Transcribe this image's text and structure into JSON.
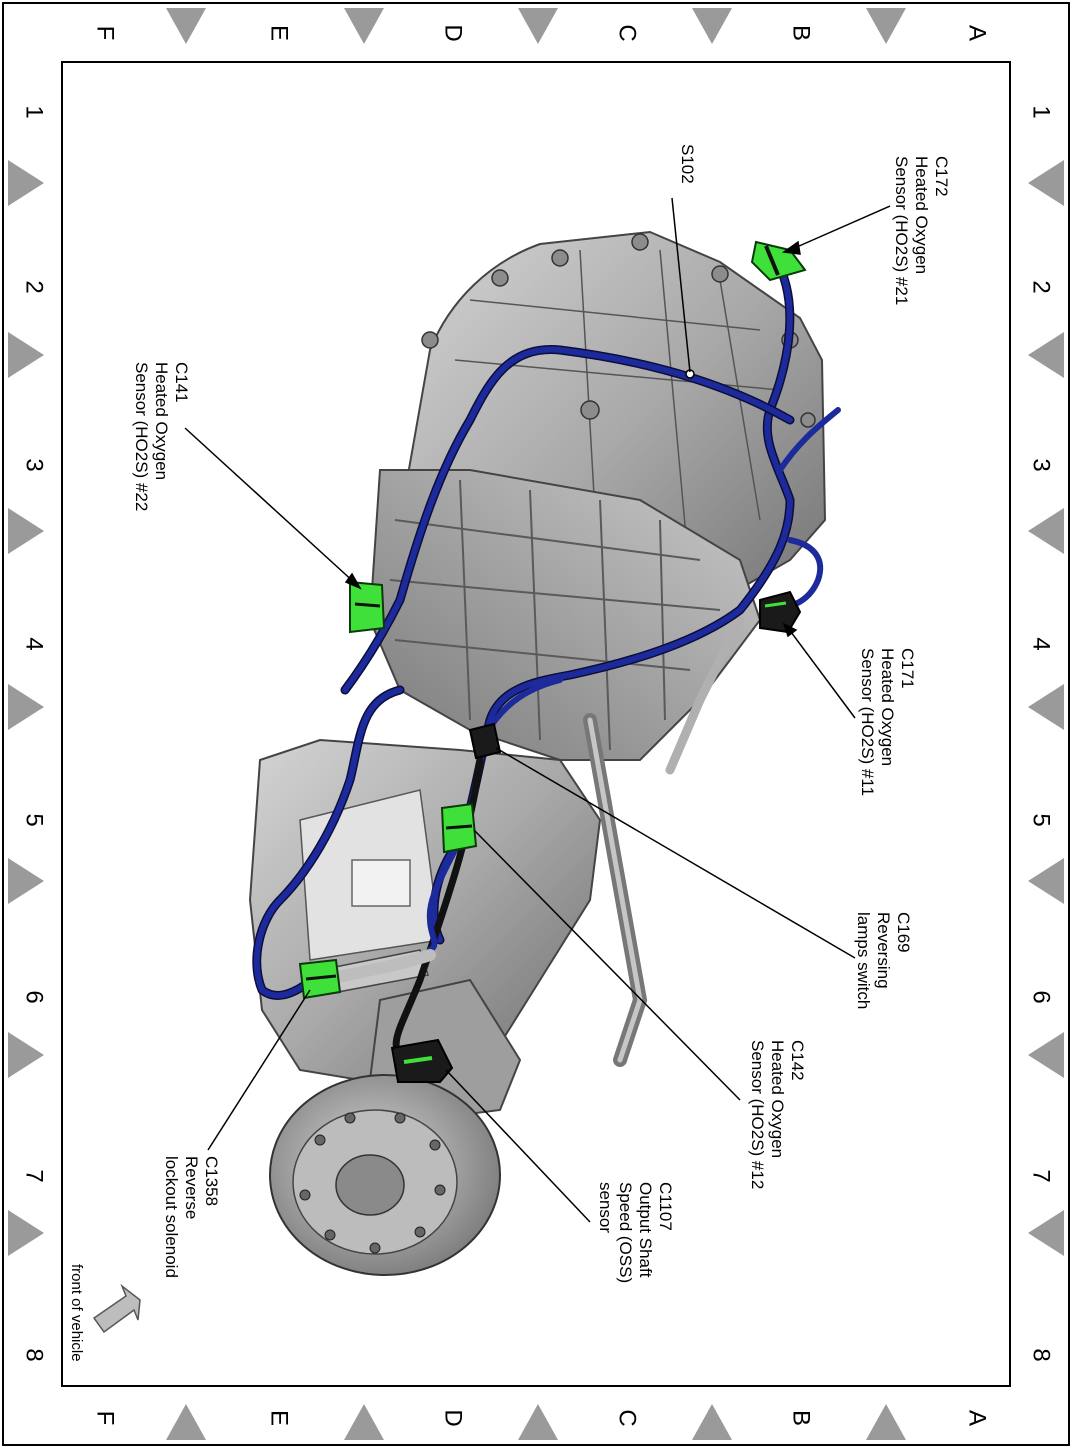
{
  "grid": {
    "column_labels": [
      "1",
      "2",
      "3",
      "4",
      "5",
      "6",
      "7",
      "8"
    ],
    "row_labels": [
      "A",
      "B",
      "C",
      "D",
      "E",
      "F"
    ]
  },
  "callouts": {
    "c172": [
      "C172",
      "Heated Oxygen",
      "Sensor (HO2S) #21"
    ],
    "s102": [
      "S102"
    ],
    "c141": [
      "C141",
      "Heated Oxygen",
      "Sensor (HO2S) #22"
    ],
    "c171": [
      "C171",
      "Heated Oxygen",
      "Sensor (HO2S) #11"
    ],
    "c169": [
      "C169",
      "Reversing",
      "lamps switch"
    ],
    "c142": [
      "C142",
      "Heated Oxygen",
      "Sensor (HO2S) #12"
    ],
    "c1107": [
      "C1107",
      "Output Shaft",
      "Speed (OSS)",
      "sensor"
    ],
    "c1358": [
      "C1358",
      "Reverse",
      "lockout solenoid"
    ]
  },
  "front_of_vehicle": "front of vehicle",
  "colors": {
    "harness": "#1c2a9c",
    "connector": "#3fe03a",
    "housing": "#a6a6a6",
    "border_triangle": "#9a9a9a"
  }
}
